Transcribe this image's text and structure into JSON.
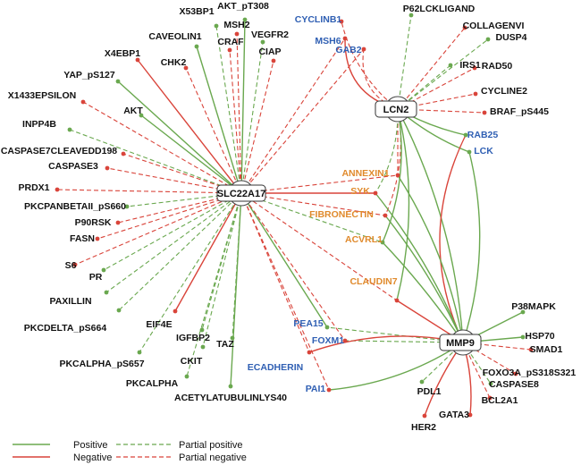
{
  "colors": {
    "positive": "#6aa84f",
    "negative": "#d9443a",
    "label_default": "#111111",
    "label_blue": "#2f5fb3",
    "label_orange": "#e08a2c"
  },
  "hubs": {
    "slc": "SLC22A17",
    "lcn": "LCN2",
    "mmp": "MMP9"
  },
  "nodes": [
    {
      "id": "AKT_pT308",
      "label": "AKT_pT308",
      "color": "default"
    },
    {
      "id": "X53BP1",
      "label": "X53BP1",
      "color": "default"
    },
    {
      "id": "MSH2",
      "label": "MSH2",
      "color": "default"
    },
    {
      "id": "CAVEOLIN1",
      "label": "CAVEOLIN1",
      "color": "default"
    },
    {
      "id": "VEGFR2",
      "label": "VEGFR2",
      "color": "default"
    },
    {
      "id": "CRAF",
      "label": "CRAF",
      "color": "default"
    },
    {
      "id": "CIAP",
      "label": "CIAP",
      "color": "default"
    },
    {
      "id": "X4EBP1",
      "label": "X4EBP1",
      "color": "default"
    },
    {
      "id": "CHK2",
      "label": "CHK2",
      "color": "default"
    },
    {
      "id": "YAP_pS127",
      "label": "YAP_pS127",
      "color": "default"
    },
    {
      "id": "X1433EPSILON",
      "label": "X1433EPSILON",
      "color": "default"
    },
    {
      "id": "AKT",
      "label": "AKT",
      "color": "default"
    },
    {
      "id": "INPP4B",
      "label": "INPP4B",
      "color": "default"
    },
    {
      "id": "CASPASE7CLEAVEDD198",
      "label": "CASPASE7CLEAVEDD198",
      "color": "default"
    },
    {
      "id": "CASPASE3",
      "label": "CASPASE3",
      "color": "default"
    },
    {
      "id": "PRDX1",
      "label": "PRDX1",
      "color": "default"
    },
    {
      "id": "PKCPANBETAII_pS660",
      "label": "PKCPANBETAII_pS660",
      "color": "default"
    },
    {
      "id": "P90RSK",
      "label": "P90RSK",
      "color": "default"
    },
    {
      "id": "FASN",
      "label": "FASN",
      "color": "default"
    },
    {
      "id": "S6",
      "label": "S6",
      "color": "default"
    },
    {
      "id": "PR",
      "label": "PR",
      "color": "default"
    },
    {
      "id": "PAXILLIN",
      "label": "PAXILLIN",
      "color": "default"
    },
    {
      "id": "PKCDELTA_pS664",
      "label": "PKCDELTA_pS664",
      "color": "default"
    },
    {
      "id": "EIF4E",
      "label": "EIF4E",
      "color": "default"
    },
    {
      "id": "PKCALPHA_pS657",
      "label": "PKCALPHA_pS657",
      "color": "default"
    },
    {
      "id": "IGFBP2",
      "label": "IGFBP2",
      "color": "default"
    },
    {
      "id": "CKIT",
      "label": "CKIT",
      "color": "default"
    },
    {
      "id": "TAZ",
      "label": "TAZ",
      "color": "default"
    },
    {
      "id": "PKCALPHA",
      "label": "PKCALPHA",
      "color": "default"
    },
    {
      "id": "ACETYLATUBULINLYS40",
      "label": "ACETYLATUBULINLYS40",
      "color": "default"
    },
    {
      "id": "CYCLINB1",
      "label": "CYCLINB1",
      "color": "blue"
    },
    {
      "id": "MSH6",
      "label": "MSH6",
      "color": "blue"
    },
    {
      "id": "GAB2",
      "label": "GAB2",
      "color": "blue"
    },
    {
      "id": "P62LCKLIGAND",
      "label": "P62LCKLIGAND",
      "color": "default"
    },
    {
      "id": "COLLAGENVI",
      "label": "COLLAGENVI",
      "color": "default"
    },
    {
      "id": "DUSP4",
      "label": "DUSP4",
      "color": "default"
    },
    {
      "id": "IRS1",
      "label": "IRS1",
      "color": "default"
    },
    {
      "id": "RAD50",
      "label": "RAD50",
      "color": "default"
    },
    {
      "id": "CYCLINE2",
      "label": "CYCLINE2",
      "color": "default"
    },
    {
      "id": "BRAF_pS445",
      "label": "BRAF_pS445",
      "color": "default"
    },
    {
      "id": "RAB25",
      "label": "RAB25",
      "color": "blue"
    },
    {
      "id": "LCK",
      "label": "LCK",
      "color": "blue"
    },
    {
      "id": "ANNEXIN1",
      "label": "ANNEXIN1",
      "color": "orange"
    },
    {
      "id": "SYK",
      "label": "SYK",
      "color": "orange"
    },
    {
      "id": "FIBRONECTIN",
      "label": "FIBRONECTIN",
      "color": "orange"
    },
    {
      "id": "ACVRL1",
      "label": "ACVRL1",
      "color": "orange"
    },
    {
      "id": "CLAUDIN7",
      "label": "CLAUDIN7",
      "color": "orange"
    },
    {
      "id": "P38MAPK",
      "label": "P38MAPK",
      "color": "default"
    },
    {
      "id": "HSP70",
      "label": "HSP70",
      "color": "default"
    },
    {
      "id": "SMAD1",
      "label": "SMAD1",
      "color": "default"
    },
    {
      "id": "FOXO3A_pS318S321",
      "label": "FOXO3A_pS318S321",
      "color": "default"
    },
    {
      "id": "CASPASE8",
      "label": "CASPASE8",
      "color": "default"
    },
    {
      "id": "BCL2A1",
      "label": "BCL2A1",
      "color": "default"
    },
    {
      "id": "GATA3",
      "label": "GATA3",
      "color": "default"
    },
    {
      "id": "HER2",
      "label": "HER2",
      "color": "default"
    },
    {
      "id": "PDL1",
      "label": "PDL1",
      "color": "default"
    },
    {
      "id": "PEA15",
      "label": "PEA15",
      "color": "blue"
    },
    {
      "id": "FOXM1",
      "label": "FOXM1",
      "color": "blue"
    },
    {
      "id": "ECADHERIN",
      "label": "ECADHERIN",
      "color": "blue"
    },
    {
      "id": "PAI1",
      "label": "PAI1",
      "color": "blue"
    }
  ],
  "edges": [
    {
      "from": "slc",
      "to": "AKT_pT308",
      "sign": "positive",
      "style": "solid"
    },
    {
      "from": "slc",
      "to": "X53BP1",
      "sign": "positive",
      "style": "dashed"
    },
    {
      "from": "slc",
      "to": "MSH2",
      "sign": "negative",
      "style": "dashed"
    },
    {
      "from": "slc",
      "to": "CAVEOLIN1",
      "sign": "positive",
      "style": "solid"
    },
    {
      "from": "slc",
      "to": "VEGFR2",
      "sign": "positive",
      "style": "dashed"
    },
    {
      "from": "slc",
      "to": "CRAF",
      "sign": "negative",
      "style": "dashed"
    },
    {
      "from": "slc",
      "to": "CIAP",
      "sign": "negative",
      "style": "dashed"
    },
    {
      "from": "slc",
      "to": "X4EBP1",
      "sign": "negative",
      "style": "solid"
    },
    {
      "from": "slc",
      "to": "CHK2",
      "sign": "negative",
      "style": "dashed"
    },
    {
      "from": "slc",
      "to": "YAP_pS127",
      "sign": "positive",
      "style": "solid"
    },
    {
      "from": "slc",
      "to": "X1433EPSILON",
      "sign": "negative",
      "style": "dashed"
    },
    {
      "from": "slc",
      "to": "AKT",
      "sign": "positive",
      "style": "solid"
    },
    {
      "from": "slc",
      "to": "INPP4B",
      "sign": "positive",
      "style": "dashed"
    },
    {
      "from": "slc",
      "to": "CASPASE7CLEAVEDD198",
      "sign": "negative",
      "style": "dashed"
    },
    {
      "from": "slc",
      "to": "CASPASE3",
      "sign": "negative",
      "style": "dashed"
    },
    {
      "from": "slc",
      "to": "PRDX1",
      "sign": "negative",
      "style": "dashed"
    },
    {
      "from": "slc",
      "to": "PKCPANBETAII_pS660",
      "sign": "positive",
      "style": "dashed"
    },
    {
      "from": "slc",
      "to": "P90RSK",
      "sign": "negative",
      "style": "dashed"
    },
    {
      "from": "slc",
      "to": "FASN",
      "sign": "negative",
      "style": "dashed"
    },
    {
      "from": "slc",
      "to": "S6",
      "sign": "negative",
      "style": "dashed"
    },
    {
      "from": "slc",
      "to": "PR",
      "sign": "positive",
      "style": "dashed"
    },
    {
      "from": "slc",
      "to": "PAXILLIN",
      "sign": "positive",
      "style": "dashed"
    },
    {
      "from": "slc",
      "to": "PKCDELTA_pS664",
      "sign": "positive",
      "style": "dashed"
    },
    {
      "from": "slc",
      "to": "EIF4E",
      "sign": "negative",
      "style": "solid"
    },
    {
      "from": "slc",
      "to": "PKCALPHA_pS657",
      "sign": "positive",
      "style": "dashed"
    },
    {
      "from": "slc",
      "to": "IGFBP2",
      "sign": "positive",
      "style": "dashed"
    },
    {
      "from": "slc",
      "to": "CKIT",
      "sign": "positive",
      "style": "dashed"
    },
    {
      "from": "slc",
      "to": "TAZ",
      "sign": "positive",
      "style": "dashed"
    },
    {
      "from": "slc",
      "to": "PKCALPHA",
      "sign": "positive",
      "style": "dashed"
    },
    {
      "from": "slc",
      "to": "ACETYLATUBULINLYS40",
      "sign": "positive",
      "style": "solid"
    },
    {
      "from": "slc",
      "to": "MSH6",
      "sign": "negative",
      "style": "dashed"
    },
    {
      "from": "slc",
      "to": "GAB2",
      "sign": "negative",
      "style": "dashed"
    },
    {
      "from": "slc",
      "to": "ANNEXIN1",
      "sign": "negative",
      "style": "dashed"
    },
    {
      "from": "slc",
      "to": "SYK",
      "sign": "negative",
      "style": "solid"
    },
    {
      "from": "slc",
      "to": "FIBRONECTIN",
      "sign": "negative",
      "style": "dashed"
    },
    {
      "from": "slc",
      "to": "ACVRL1",
      "sign": "positive",
      "style": "dashed"
    },
    {
      "from": "slc",
      "to": "CLAUDIN7",
      "sign": "negative",
      "style": "dashed"
    },
    {
      "from": "slc",
      "to": "PEA15",
      "sign": "positive",
      "style": "solid"
    },
    {
      "from": "slc",
      "to": "FOXM1",
      "sign": "negative",
      "style": "dashed"
    },
    {
      "from": "slc",
      "to": "ECADHERIN",
      "sign": "negative",
      "style": "dashed"
    },
    {
      "from": "slc",
      "to": "PAI1",
      "sign": "negative",
      "style": "dashed"
    },
    {
      "from": "lcn",
      "to": "CYCLINB1",
      "sign": "negative",
      "style": "dashed"
    },
    {
      "from": "lcn",
      "to": "MSH6",
      "sign": "negative",
      "style": "solid"
    },
    {
      "from": "lcn",
      "to": "GAB2",
      "sign": "negative",
      "style": "dashed"
    },
    {
      "from": "lcn",
      "to": "P62LCKLIGAND",
      "sign": "positive",
      "style": "dashed"
    },
    {
      "from": "lcn",
      "to": "COLLAGENVI",
      "sign": "negative",
      "style": "dashed"
    },
    {
      "from": "lcn",
      "to": "DUSP4",
      "sign": "positive",
      "style": "dashed"
    },
    {
      "from": "lcn",
      "to": "IRS1",
      "sign": "positive",
      "style": "dashed"
    },
    {
      "from": "lcn",
      "to": "RAD50",
      "sign": "negative",
      "style": "dashed"
    },
    {
      "from": "lcn",
      "to": "CYCLINE2",
      "sign": "negative",
      "style": "dashed"
    },
    {
      "from": "lcn",
      "to": "BRAF_pS445",
      "sign": "negative",
      "style": "dashed"
    },
    {
      "from": "lcn",
      "to": "RAB25",
      "sign": "positive",
      "style": "solid"
    },
    {
      "from": "lcn",
      "to": "LCK",
      "sign": "positive",
      "style": "solid"
    },
    {
      "from": "lcn",
      "to": "ANNEXIN1",
      "sign": "negative",
      "style": "dashed"
    },
    {
      "from": "lcn",
      "to": "SYK",
      "sign": "positive",
      "style": "dashed"
    },
    {
      "from": "lcn",
      "to": "FIBRONECTIN",
      "sign": "negative",
      "style": "dashed"
    },
    {
      "from": "lcn",
      "to": "ACVRL1",
      "sign": "positive",
      "style": "solid"
    },
    {
      "from": "lcn",
      "to": "CLAUDIN7",
      "sign": "positive",
      "style": "solid"
    },
    {
      "from": "lcn",
      "to": "mmp",
      "sign": "positive",
      "style": "solid"
    },
    {
      "from": "mmp",
      "to": "RAB25",
      "sign": "negative",
      "style": "solid"
    },
    {
      "from": "mmp",
      "to": "LCK",
      "sign": "positive",
      "style": "solid"
    },
    {
      "from": "mmp",
      "to": "ANNEXIN1",
      "sign": "positive",
      "style": "solid"
    },
    {
      "from": "mmp",
      "to": "SYK",
      "sign": "positive",
      "style": "solid"
    },
    {
      "from": "mmp",
      "to": "FIBRONECTIN",
      "sign": "positive",
      "style": "solid"
    },
    {
      "from": "mmp",
      "to": "ACVRL1",
      "sign": "positive",
      "style": "solid"
    },
    {
      "from": "mmp",
      "to": "CLAUDIN7",
      "sign": "negative",
      "style": "solid"
    },
    {
      "from": "mmp",
      "to": "P38MAPK",
      "sign": "positive",
      "style": "solid"
    },
    {
      "from": "mmp",
      "to": "HSP70",
      "sign": "positive",
      "style": "solid"
    },
    {
      "from": "mmp",
      "to": "SMAD1",
      "sign": "negative",
      "style": "dashed"
    },
    {
      "from": "mmp",
      "to": "FOXO3A_pS318S321",
      "sign": "negative",
      "style": "dashed"
    },
    {
      "from": "mmp",
      "to": "CASPASE8",
      "sign": "positive",
      "style": "dashed"
    },
    {
      "from": "mmp",
      "to": "BCL2A1",
      "sign": "negative",
      "style": "dashed"
    },
    {
      "from": "mmp",
      "to": "GATA3",
      "sign": "negative",
      "style": "solid"
    },
    {
      "from": "mmp",
      "to": "HER2",
      "sign": "negative",
      "style": "solid"
    },
    {
      "from": "mmp",
      "to": "PDL1",
      "sign": "positive",
      "style": "dashed"
    },
    {
      "from": "mmp",
      "to": "PEA15",
      "sign": "positive",
      "style": "dashed"
    },
    {
      "from": "mmp",
      "to": "FOXM1",
      "sign": "positive",
      "style": "dashed"
    },
    {
      "from": "mmp",
      "to": "ECADHERIN",
      "sign": "negative",
      "style": "solid"
    },
    {
      "from": "mmp",
      "to": "PAI1",
      "sign": "positive",
      "style": "solid"
    }
  ],
  "legend": {
    "positive": "Positive",
    "negative": "Negative",
    "partial_positive": "Partial positive",
    "partial_negative": "Partial negative"
  }
}
